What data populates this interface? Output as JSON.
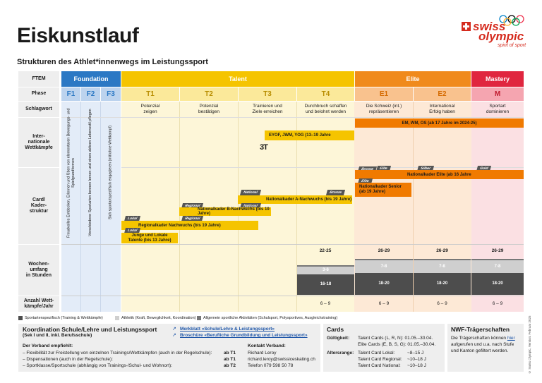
{
  "title": "Eiskunstlauf",
  "subtitle": "Strukturen des Athlet*innenwegs im Leistungssport",
  "logo": {
    "swiss": "swiss",
    "olympic": "olympic",
    "tagline": "spirit of sport"
  },
  "rows": {
    "ftem": "FTEM",
    "phase": "Phase",
    "schlagwort": "Schlagwort",
    "wettkaempfe": "Inter-\nnationale\nWettkämpfe",
    "kader": "Card/\nKader-\nstruktur",
    "umfang": "Wochen-\numfang\nin Stunden",
    "anzahl": "Anzahl Wett-\nkämpfe/Jahr"
  },
  "ftem": {
    "foundation": "Foundation",
    "talent": "Talent",
    "elite": "Elite",
    "mastery": "Mastery"
  },
  "phases": [
    "F1",
    "F2",
    "F3",
    "T1",
    "T2",
    "T3",
    "T4",
    "E1",
    "E2",
    "M"
  ],
  "schlagworte": [
    "Potenzial\nzeigen",
    "Potenzial\nbestätigen",
    "Trainieren und\nZiele erreichen",
    "Durchbruch schaffen\nund belohnt werden",
    "Die Schweiz (int.)\nrepräsentieren",
    "International\nErfolg haben",
    "Sportart\ndominieren"
  ],
  "foundation_text": [
    "Freudvolles Entdecken, Erlernen und Üben von elementaren Bewegungs- und Spielgrundformen",
    "Verschiedene Sportarten kennen lernen und einen aktiven Lebensstil pflegen",
    "Sich sportartspezifisch engagieren (mit/ohne Wettkampf)"
  ],
  "competitions": {
    "em": "EM, WM, OS (ab 17 Jahre im 2024-25)",
    "eyof": "EYOF, JWM, YOG (13–19 Jahre",
    "mark": "3T"
  },
  "kader": {
    "elite": "Nationalkader Elite (ab 16 Jahre",
    "senior": "Nationalkader Senior\n(ab 19 Jahre)",
    "a": "Nationalkader A-Nachwuchs (bis 19 Jahre)",
    "b": "Nationalkader B-Nachwuchs (bis 19 Jahre)",
    "regional": "Regionalkader Nachwuchs (bis 19 Jahre)",
    "junge": "Junge und Lokale\nTalente (bis 13 Jahre)"
  },
  "tags": {
    "bronze1": "Bronze",
    "elite1": "Elite",
    "silber": "Silber",
    "gold": "Gold",
    "elite2": "Elite",
    "bronze2": "Bronze",
    "national1": "National",
    "national2": "National",
    "regional1": "Regional",
    "regional2": "Regional",
    "lokal1": "Lokal",
    "lokal2": "Lokal"
  },
  "volume": {
    "totals": [
      "22-25",
      "26-29",
      "26-29",
      "26-29"
    ],
    "middle": [
      "3-6",
      "7-8",
      "7-8",
      "7-8"
    ],
    "bottom": [
      "16-18",
      "18-20",
      "18-20",
      "18-20"
    ]
  },
  "anzahl": [
    "6 – 9",
    "6 – 9",
    "6 – 9",
    "6 – 9"
  ],
  "legend": [
    "Sportartenspezifisch (Training & Wettkämpfe)",
    "Athletik (Kraft, Beweglichkeit, Koordination)",
    "Allgemein sportliche Aktivitäten (Schulsport, Polysportives, Ausgleichstraining)"
  ],
  "colors": {
    "foundation": "#2b78c4",
    "talent": "#f5c400",
    "elite": "#f08a1c",
    "mastery": "#e0263f"
  },
  "box1": {
    "title": "Koordination Schule/Lehre und Leistungssport",
    "sub": "(Sek I und II, inkl. Berufsschule)",
    "link1": "Merkblatt «Schule/Lehre & Leistungssport»",
    "link2": "Broschüre «Berufliche Grundbildung und Leistungssport»",
    "verband": "Der Verband empfiehlt:",
    "items": [
      "– Flexibilität zur Freistellung von einzelnen Trainings/Wettkämpfen (auch in der Regelschule):",
      "– Dispensationen (auch in der Regelschule):",
      "– Sportklasse/Sportschule (abhängig von Trainings-/Schul- und Wohnort):"
    ],
    "items_val": [
      "ab T1",
      "ab T1",
      "ab T2"
    ],
    "kontakt_h": "Kontakt Verband:",
    "kontakt": [
      "Richard Leroy",
      "richard.leroy@swissiceskating.ch",
      "Telefon 079 598 50 78"
    ]
  },
  "cards": {
    "title": "Cards",
    "g_label": "Gültigkeit:",
    "g": [
      "Talent Cards (L, R, N):  01.05.–30.04.",
      "Elite Cards (E, B, S, G):  01.05.–30.04."
    ],
    "a_label": "Altersrange:",
    "a": [
      "Talent Card Lokal:",
      "Talent Card Regional:",
      "Talent Card National:"
    ],
    "a_val": [
      "~8–15 J",
      "~10–18 J",
      "~10–18 J"
    ]
  },
  "nwf": {
    "title": "NWF-Trägerschaften",
    "text1": "Die Trägerschaften können ",
    "link": "hier",
    "text2": "aufgerufen und u.a. nach Stufe und Kanton gefiltert werden."
  },
  "footer_vert": "© Swiss Olympic, Version: Februar 2025"
}
